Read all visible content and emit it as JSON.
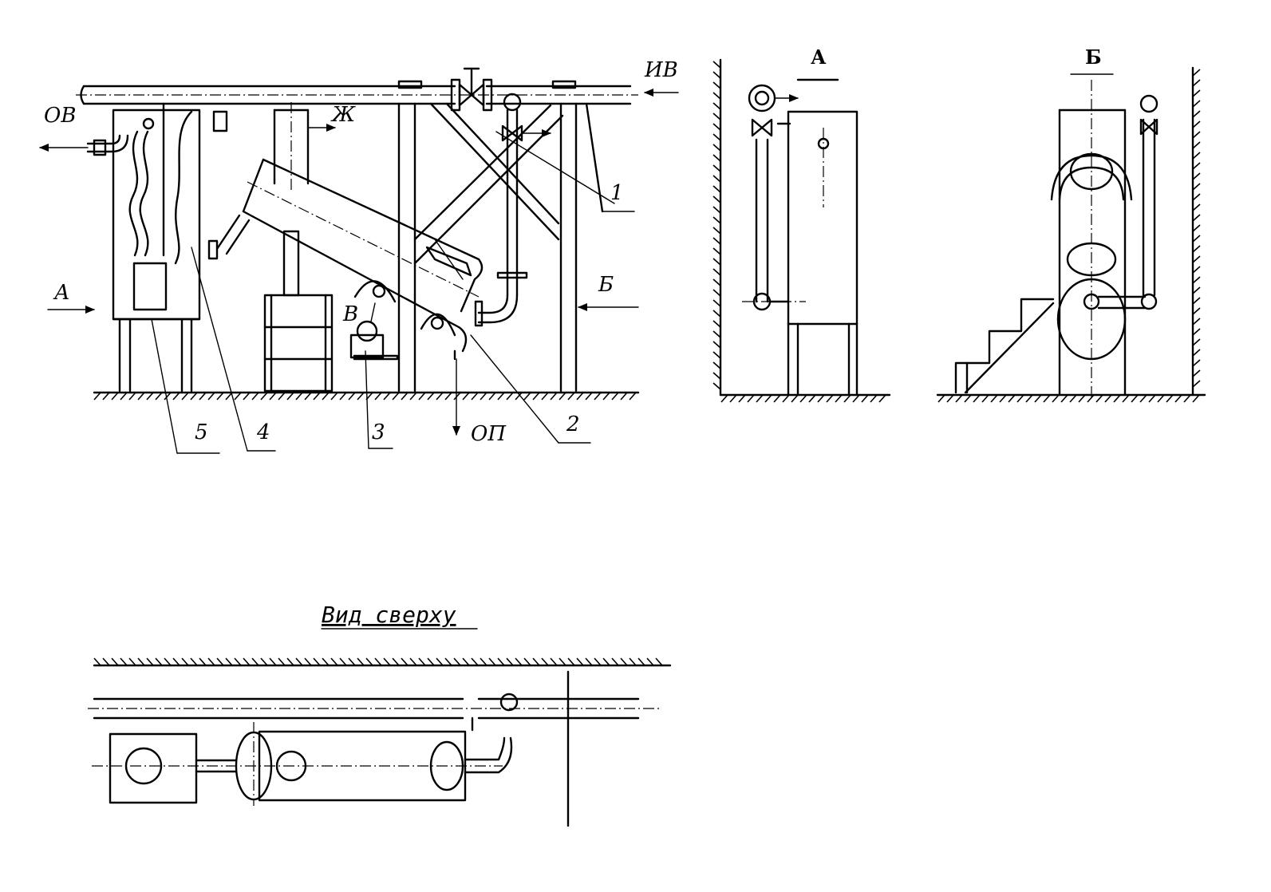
{
  "main_view": {
    "stream_labels": {
      "source_water": "ИВ",
      "treated_water": "ОВ",
      "liquid": "Ж",
      "sludge": "ОП",
      "point_v": "В"
    },
    "view_markers": {
      "a": "А",
      "b": "Б"
    },
    "callouts": [
      "1",
      "2",
      "3",
      "4",
      "5"
    ]
  },
  "view_a": {
    "title": "А"
  },
  "view_b": {
    "title": "Б"
  },
  "top_view": {
    "title": "Вид сверху"
  }
}
